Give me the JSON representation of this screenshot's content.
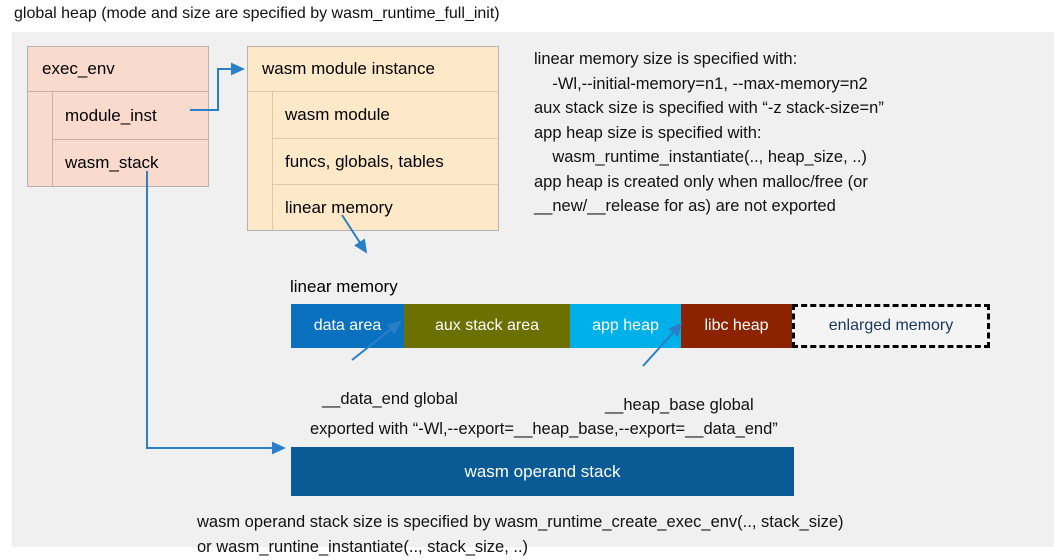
{
  "title": "global heap (mode and size are specified by wasm_runtime_full_init)",
  "colors": {
    "panel_bg": "#f0f0f0",
    "exec_env_fill": "#fadacd",
    "module_instance_fill": "#fde9c8",
    "connector": "#2a7fc9",
    "data_area": "#0a70c0",
    "aux_stack_area": "#6b7000",
    "app_heap": "#00b0e8",
    "libc_heap": "#8b2200",
    "enlarged_memory_text": "#17375e",
    "operand_stack": "#0a5a96"
  },
  "exec_env": {
    "header": "exec_env",
    "fields": [
      "module_inst",
      "wasm_stack"
    ]
  },
  "module_instance": {
    "header": "wasm module instance",
    "fields": [
      "wasm module",
      "funcs, globals, tables",
      "linear memory"
    ]
  },
  "notes": {
    "lines": [
      "linear memory size is specified with:",
      "    -Wl,--initial-memory=n1, --max-memory=n2",
      "aux stack size is specified with “-z stack-size=n”",
      "app heap size is specified with:",
      "    wasm_runtime_instantiate(.., heap_size, ..)",
      "app heap is created only when malloc/free (or",
      "__new/__release for as) are not exported"
    ]
  },
  "linear_memory": {
    "label": "linear memory",
    "segments": [
      {
        "label": "data area",
        "width": 113,
        "fill": "#0a70c0",
        "style": "solid"
      },
      {
        "label": "aux stack area",
        "width": 166,
        "fill": "#6b7000",
        "style": "solid"
      },
      {
        "label": "app heap",
        "width": 111,
        "fill": "#00b0e8",
        "style": "solid"
      },
      {
        "label": "libc heap",
        "width": 111,
        "fill": "#8b2200",
        "style": "solid"
      },
      {
        "label": "enlarged memory",
        "width": 198,
        "fill": "#f4f4f4",
        "style": "dashed"
      }
    ]
  },
  "annotations": {
    "data_end": "__data_end global",
    "heap_base": "__heap_base global",
    "exported_with": "exported with “-Wl,--export=__heap_base,--export=__data_end”"
  },
  "operand_stack": {
    "label": "wasm operand stack",
    "note_lines": [
      "wasm operand stack size is specified by wasm_runtime_create_exec_env(.., stack_size)",
      "or wasm_runtine_instantiate(.., stack_size, ..)"
    ]
  }
}
